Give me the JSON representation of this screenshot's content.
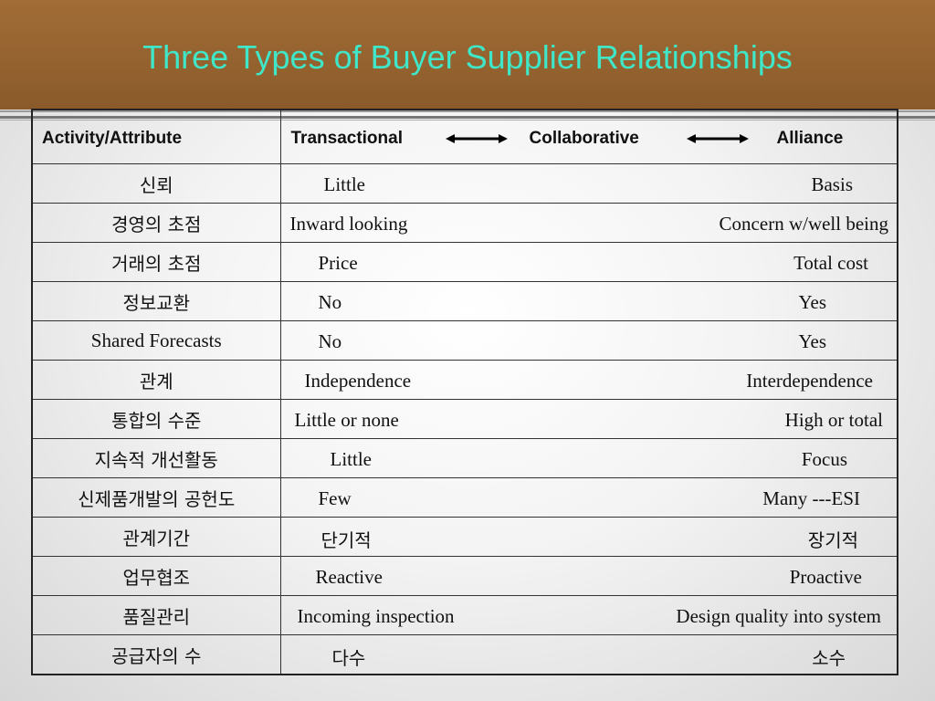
{
  "slide": {
    "title": "Three Types of Buyer Supplier Relationships"
  },
  "colors": {
    "header_brown": "#93622f",
    "title_teal": "#3fe6c8"
  },
  "table": {
    "header": {
      "attribute": "Activity/Attribute",
      "transactional": "Transactional",
      "collaborative": "Collaborative",
      "alliance": "Alliance"
    },
    "rows": [
      {
        "attribute": "신뢰",
        "left": "Little",
        "right": "Basis"
      },
      {
        "attribute": "경영의 초점",
        "left": "Inward looking",
        "right": "Concern w/well being"
      },
      {
        "attribute": "거래의 초점",
        "left": "Price",
        "right": "Total cost"
      },
      {
        "attribute": "정보교환",
        "left": "No",
        "right": "Yes"
      },
      {
        "attribute": "Shared Forecasts",
        "left": "No",
        "right": "Yes"
      },
      {
        "attribute": "관계",
        "left": "Independence",
        "right": "Interdependence"
      },
      {
        "attribute": "통합의 수준",
        "left": "Little or none",
        "right": "High or total"
      },
      {
        "attribute": "지속적 개선활동",
        "left": "Little",
        "right": "Focus"
      },
      {
        "attribute": "신제품개발의 공헌도",
        "left": "Few",
        "right": "Many ---ESI"
      },
      {
        "attribute": "관계기간",
        "left": "단기적",
        "right": "장기적"
      },
      {
        "attribute": "업무협조",
        "left": "Reactive",
        "right": "Proactive"
      },
      {
        "attribute": "품질관리",
        "left": "Incoming inspection",
        "right": "Design quality into system"
      },
      {
        "attribute": "공급자의 수",
        "left": "다수",
        "right": "소수"
      }
    ]
  }
}
